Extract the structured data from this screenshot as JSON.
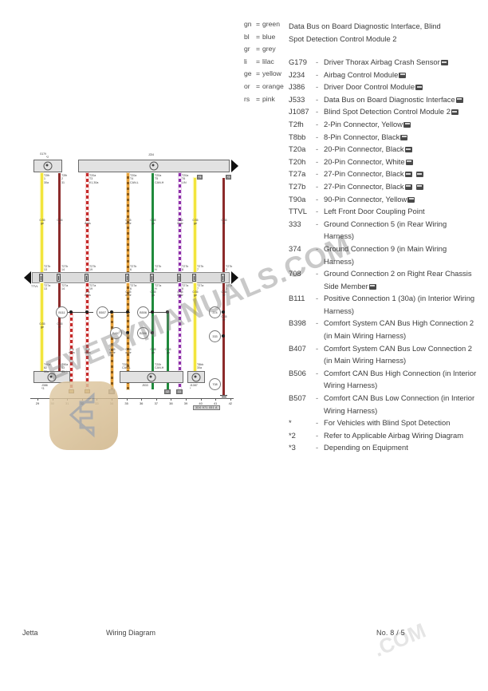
{
  "document": {
    "footer": {
      "model": "Jetta",
      "doc_type": "Wiring Diagram",
      "page_label": "No.  8 / 5"
    },
    "watermark": "EVERYMANUALS.COM",
    "watermark_secondary": ".COM"
  },
  "color_key": {
    "rows": [
      {
        "abbr": "gn",
        "eq": "=",
        "name": "green"
      },
      {
        "abbr": "bl",
        "eq": "=",
        "name": "blue"
      },
      {
        "abbr": "gr",
        "eq": "=",
        "name": "grey"
      },
      {
        "abbr": "li",
        "eq": "=",
        "name": "lilac"
      },
      {
        "abbr": "ge",
        "eq": "=",
        "name": "yellow"
      },
      {
        "abbr": "or",
        "eq": "=",
        "name": "orange"
      },
      {
        "abbr": "rs",
        "eq": "=",
        "name": "pink"
      }
    ]
  },
  "legend": {
    "title_line1": "Data Bus on Board Diagnostic Interface, Blind",
    "title_line2": "Spot Detection Control Module 2",
    "entries": [
      {
        "code": "G179",
        "dash": "-",
        "desc": "Driver Thorax Airbag Crash Sensor",
        "icons": 1,
        "icon_on_next_line": true
      },
      {
        "code": "J234",
        "dash": "-",
        "desc": "Airbag Control Module",
        "icons": 1
      },
      {
        "code": "J386",
        "dash": "-",
        "desc": "Driver Door Control Module",
        "icons": 1
      },
      {
        "code": "J533",
        "dash": "-",
        "desc": "Data Bus on Board Diagnostic Interface",
        "icons": 1
      },
      {
        "code": "J1087",
        "dash": "-",
        "desc": "Blind Spot Detection Control Module 2",
        "icons": 1
      },
      {
        "code": "T2fh",
        "dash": "-",
        "desc": "2-Pin Connector, Yellow",
        "icons": 1
      },
      {
        "code": "T8bb",
        "dash": "-",
        "desc": "8-Pin Connector, Black",
        "icons": 1
      },
      {
        "code": "T20a",
        "dash": "-",
        "desc": "20-Pin Connector, Black",
        "icons": 1
      },
      {
        "code": "T20h",
        "dash": "-",
        "desc": "20-Pin Connector, White",
        "icons": 1
      },
      {
        "code": "T27a",
        "dash": "-",
        "desc": "27-Pin Connector, Black",
        "icons": 2
      },
      {
        "code": "T27b",
        "dash": "-",
        "desc": "27-Pin Connector, Black",
        "icons": 2
      },
      {
        "code": "T90a",
        "dash": "-",
        "desc": "90-Pin Connector, Yellow",
        "icons": 1
      },
      {
        "code": "TTVL",
        "dash": "-",
        "desc": "Left Front Door Coupling Point",
        "icons": 0
      },
      {
        "code": "333",
        "dash": "-",
        "desc": "Ground Connection 5 (in Rear Wiring Harness)",
        "icons": 0
      },
      {
        "code": "374",
        "dash": "-",
        "desc": "Ground Connection 9 (in Main Wiring Harness)",
        "icons": 0
      },
      {
        "code": "708",
        "dash": "-",
        "desc": "Ground Connection 2 on Right Rear Chassis Side Member",
        "icons": 1
      },
      {
        "code": "B111",
        "dash": "-",
        "desc": "Positive Connection 1 (30a) (in Interior Wiring Harness)",
        "icons": 0
      },
      {
        "code": "B398",
        "dash": "-",
        "desc": "Comfort System CAN Bus High Connection 2 (in Main Wiring Harness)",
        "icons": 0
      },
      {
        "code": "B407",
        "dash": "-",
        "desc": "Comfort System CAN Bus Low Connection 2 (in Main Wiring Harness)",
        "icons": 0
      },
      {
        "code": "B506",
        "dash": "-",
        "desc": "Comfort CAN Bus High Connection (in Interior Wiring Harness)",
        "icons": 0
      },
      {
        "code": "B507",
        "dash": "-",
        "desc": "Comfort CAN Bus Low Connection (in Interior Wiring Harness)",
        "icons": 0
      },
      {
        "code": "*",
        "dash": "-",
        "desc": "For Vehicles with Blind Spot Detection",
        "icons": 0
      },
      {
        "code": "*2",
        "dash": "-",
        "desc": "Refer to Applicable Airbag Wiring Diagram",
        "icons": 0
      },
      {
        "code": "*3",
        "dash": "-",
        "desc": "Depending on Equipment",
        "icons": 0
      }
    ]
  },
  "diagram": {
    "top_modules": [
      {
        "id": "G179",
        "note": "*2"
      },
      {
        "id": "J234"
      }
    ],
    "coupling_rail": {
      "label": "TTVL"
    },
    "bottom_modules": [
      {
        "id": "J386",
        "note": "*3"
      },
      {
        "id": "J533"
      },
      {
        "id": "J1087",
        "note": "*"
      }
    ],
    "wires": [
      {
        "index": 1,
        "color_name": "yellow",
        "hex": "#f2e53c",
        "style": "solid",
        "gauge": "0.35",
        "code": "ge",
        "top_conn": "T27b",
        "mid_top": "T27b",
        "mid_bot": "T27a",
        "bottom_conn": "T90a"
      },
      {
        "index": 2,
        "color_name": "brown",
        "hex": "#8c2b2b",
        "style": "solid",
        "gauge": "0.35",
        "code": "br",
        "top_conn": "T27b",
        "mid_top": "T27b",
        "mid_bot": "T27a",
        "bottom_conn": "T90a"
      },
      {
        "index": 3,
        "color_name": "red/white",
        "hex": "#c62b2b",
        "style": "dashed",
        "gauge": "2.5",
        "code": "rt/ws",
        "top_conn": "T2fh",
        "mid_top": "T27b",
        "mid_bot": "T27a",
        "bottom_conn": ""
      },
      {
        "index": 4,
        "color_name": "orange/brown",
        "hex": "#e8a13a",
        "style": "dashed",
        "gauge": "0.35",
        "code": "or/br",
        "top_conn": "T20a",
        "mid_top": "T27b",
        "mid_bot": "T27a",
        "bottom_conn": "T20h"
      },
      {
        "index": 5,
        "color_name": "green",
        "hex": "#1f8a3c",
        "style": "solid",
        "gauge": "0.35",
        "code": "gn",
        "top_conn": "T20a",
        "mid_top": "T27b",
        "mid_bot": "T27a",
        "bottom_conn": "T20h"
      },
      {
        "index": 6,
        "color_name": "lilac/black",
        "hex": "#8e2fa8",
        "style": "dashed",
        "gauge": "0.35",
        "code": "li/sw",
        "top_conn": "T20a",
        "mid_top": "T27b",
        "mid_bot": "T27a",
        "bottom_conn": "T8bb"
      },
      {
        "index": 7,
        "color_name": "yellow",
        "hex": "#f2e53c",
        "style": "solid",
        "gauge": "0.35",
        "code": "ge",
        "top_conn": "",
        "mid_top": "T27b",
        "mid_bot": "T27a",
        "bottom_conn": "T8bb"
      },
      {
        "index": 8,
        "color_name": "brown",
        "hex": "#8c2b2b",
        "style": "solid",
        "gauge": "0.35",
        "code": "br",
        "top_conn": "",
        "mid_top": "T27b",
        "mid_bot": "T27a",
        "bottom_conn": ""
      }
    ],
    "connection_refs": [
      "B111",
      "B507",
      "B407",
      "B506",
      "B398",
      "374",
      "333",
      "708"
    ],
    "scale_numbers": [
      "29",
      "30",
      "31",
      "32",
      "33",
      "34",
      "35",
      "36",
      "37",
      "38",
      "39",
      "40",
      "41",
      "42"
    ],
    "bottom_right_tag": "3D0 971 051 A"
  }
}
